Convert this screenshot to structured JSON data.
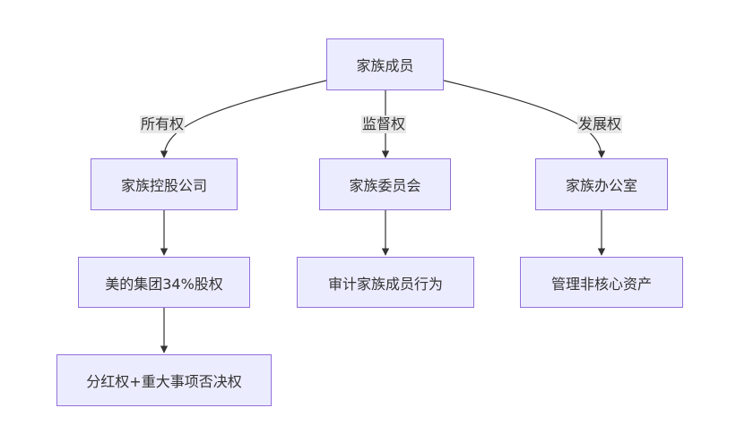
{
  "nodes": {
    "root": "家族成员",
    "holding": "家族控股公司",
    "committee": "家族委员会",
    "office": "家族办公室",
    "midea": "美的集团34%股权",
    "audit": "审计家族成员行为",
    "assets": "管理非核心资产",
    "rights": "分红权+重大事项否决权"
  },
  "edges": {
    "ownership": "所有权",
    "supervision": "监督权",
    "development": "发展权"
  },
  "colors": {
    "node_fill": "#ececff",
    "node_border": "#9370db",
    "edge_line": "#333333",
    "label_bg": "#e8e8e8"
  }
}
